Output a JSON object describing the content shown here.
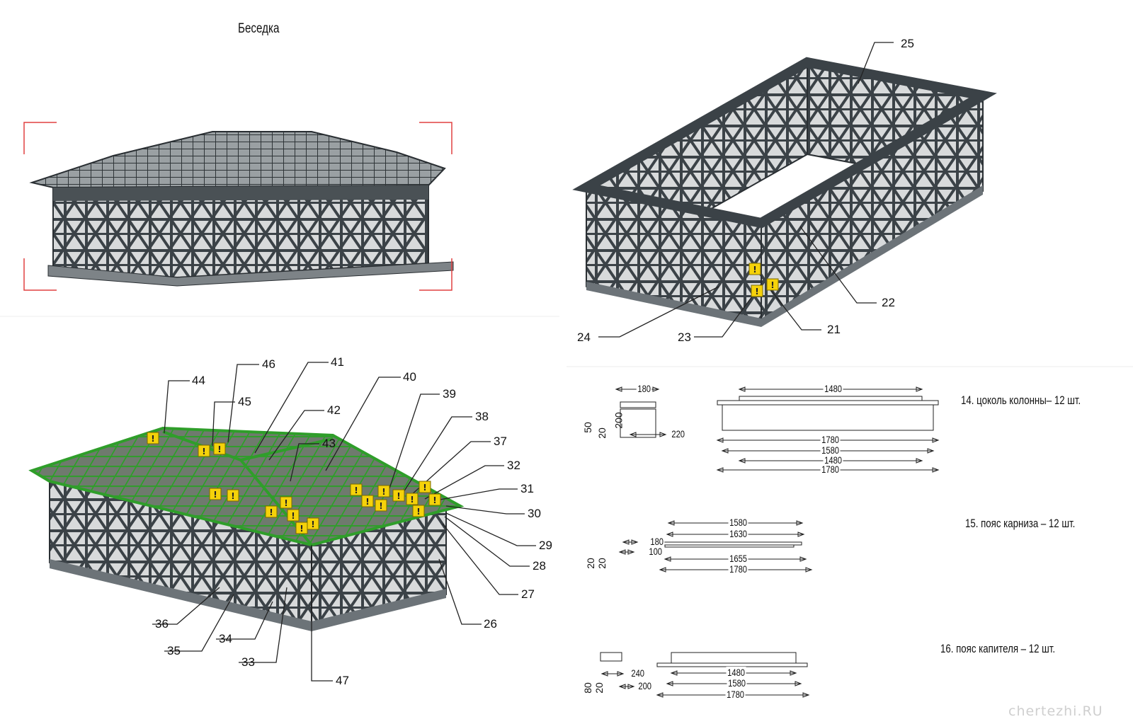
{
  "title": "Беседка",
  "views": {
    "top_right_callouts": [
      "25",
      "22",
      "21",
      "23",
      "24"
    ],
    "bottom_left_callouts": [
      "44",
      "46",
      "45",
      "41",
      "42",
      "43",
      "40",
      "39",
      "38",
      "37",
      "32",
      "31",
      "30",
      "29",
      "28",
      "27",
      "26",
      "47",
      "33",
      "34",
      "35",
      "36"
    ]
  },
  "parts": [
    {
      "caption": "14. цоколь колонны– 12 шт.",
      "section_dims": [
        "180",
        "50",
        "20",
        "200",
        "220"
      ],
      "length_dims": [
        "1480",
        "1780",
        "1580",
        "1480",
        "1780"
      ]
    },
    {
      "caption": "15. пояс карниза – 12 шт.",
      "section_dims": [
        "180",
        "100",
        "20",
        "20"
      ],
      "length_dims": [
        "1580",
        "1630",
        "1655",
        "1780"
      ]
    },
    {
      "caption": "16. пояс капителя – 12 шт.",
      "section_dims": [
        "240",
        "200",
        "80",
        "20"
      ],
      "length_dims": [
        "1480",
        "1580",
        "1780"
      ]
    }
  ],
  "watermark": "chertezhi.RU",
  "colors": {
    "frame": "#3b4247",
    "roof_green": "#2f9e2a",
    "warning": "#f5d20a",
    "bracket": "#e04040"
  }
}
